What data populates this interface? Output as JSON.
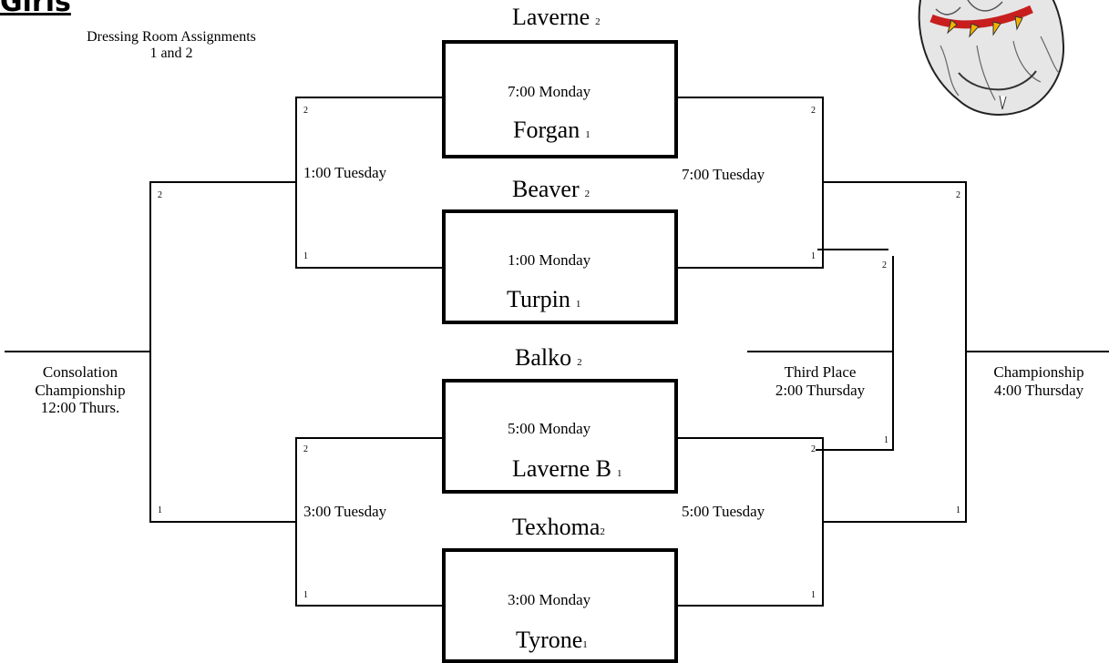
{
  "heading": "Girls",
  "dressing": {
    "line1": "Dressing Room Assignments",
    "line2": "1 and 2"
  },
  "games": [
    {
      "time": "7:00 Monday",
      "top_team": "Laverne",
      "top_seed": "2",
      "bottom_team": "Forgan",
      "bottom_seed": "1"
    },
    {
      "time": "1:00 Monday",
      "top_team": "Beaver",
      "top_seed": "2",
      "bottom_team": "Turpin",
      "bottom_seed": "1"
    },
    {
      "time": "5:00 Monday",
      "top_team": "Balko",
      "top_seed": "2",
      "bottom_team": "Laverne B",
      "bottom_seed": "1"
    },
    {
      "time": "3:00 Monday",
      "top_team": "Texhoma",
      "top_seed": "2",
      "bottom_team": "Tyrone",
      "bottom_seed": "1"
    }
  ],
  "round2": {
    "left_top": "1:00 Tuesday",
    "left_bottom": "3:00 Tuesday",
    "right_top": "7:00 Tuesday",
    "right_bottom": "5:00 Tuesday"
  },
  "finals": {
    "consolation": {
      "line1": "Consolation",
      "line2": "Championship",
      "line3": "12:00 Thurs."
    },
    "third_place": {
      "line1": "Third Place",
      "line2": "2:00 Thursday"
    },
    "championship": {
      "line1": "Championship",
      "line2": "4:00 Thursday"
    }
  },
  "slot_labels": {
    "top": "2",
    "bottom": "1"
  },
  "mascot": {
    "icon": "bulldog-mascot-icon",
    "collar_color": "#d7261e",
    "spike_color": "#f0b400"
  }
}
